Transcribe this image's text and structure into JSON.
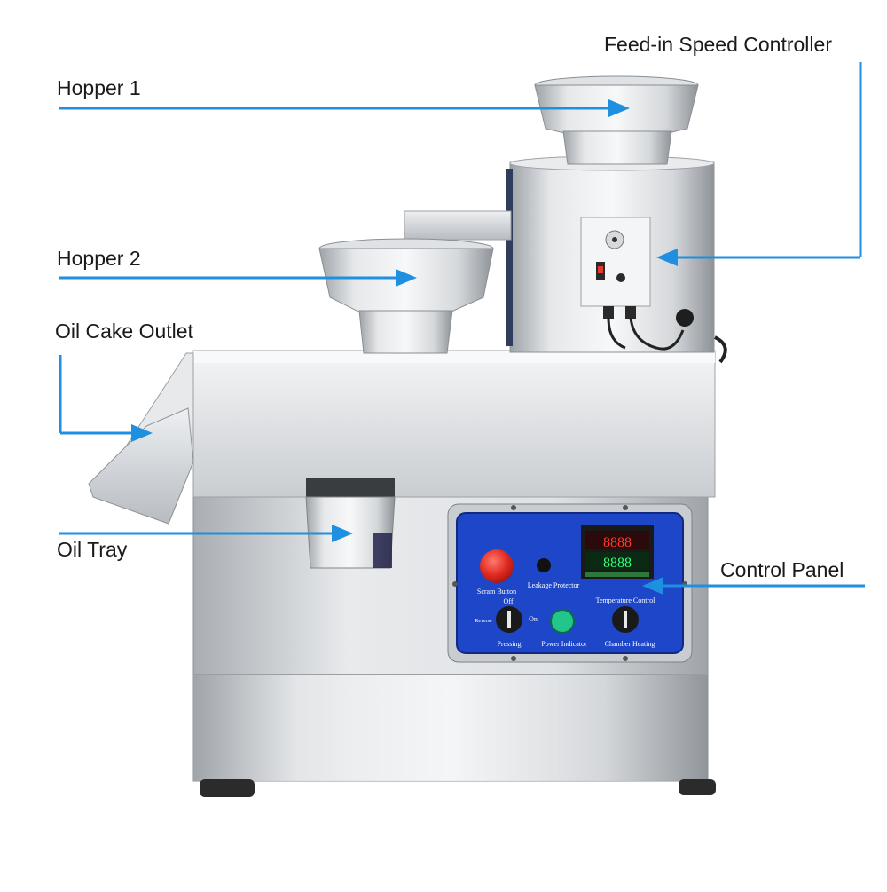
{
  "labels": {
    "hopper1": "Hopper 1",
    "hopper2": "Hopper 2",
    "oil_cake_outlet": "Oil Cake Outlet",
    "oil_tray": "Oil Tray",
    "feed_speed": "Feed-in Speed Controller",
    "control_panel": "Control Panel"
  },
  "panel": {
    "scram": "Scram Button",
    "leakage": "Leakage Protector",
    "temperature": "Temperature Control",
    "off": "Off",
    "on": "On",
    "reverse": "Reverse",
    "pressing": "Pressing",
    "power": "Power Indicator",
    "chamber": "Chamber Heating",
    "display_top": "8888",
    "display_bottom": "8888"
  },
  "colors": {
    "arrow": "#1f8fe0",
    "steel": "#cfd2d6",
    "panel_blue": "#1e46c8",
    "scram_red": "#e02a20",
    "indicator_green": "#22c58a"
  }
}
